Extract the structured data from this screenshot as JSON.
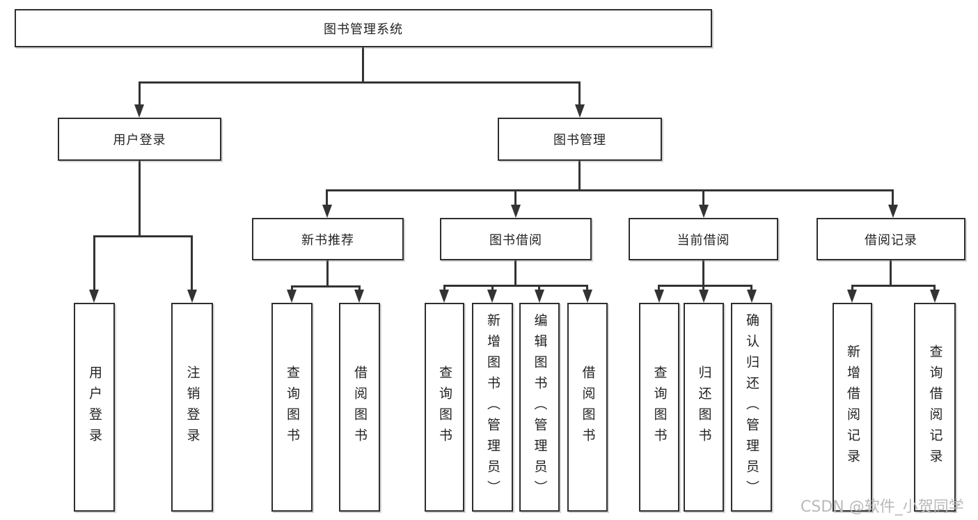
{
  "tree": {
    "label": "图书管理系统",
    "children": [
      {
        "label": "用户登录",
        "children": [
          {
            "label": "用户登录"
          },
          {
            "label": "注销登录"
          }
        ]
      },
      {
        "label": "图书管理",
        "children": [
          {
            "label": "新书推荐",
            "children": [
              {
                "label": "查询图书"
              },
              {
                "label": "借阅图书"
              }
            ]
          },
          {
            "label": "图书借阅",
            "children": [
              {
                "label": "查询图书"
              },
              {
                "label": "新增图书（管理员）"
              },
              {
                "label": "编辑图书（管理员）"
              },
              {
                "label": "借阅图书"
              }
            ]
          },
          {
            "label": "当前借阅",
            "children": [
              {
                "label": "查询图书"
              },
              {
                "label": "归还图书"
              },
              {
                "label": "确认归还（管理员）"
              }
            ]
          },
          {
            "label": "借阅记录",
            "children": [
              {
                "label": "新增借阅记录"
              },
              {
                "label": "查询借阅记录"
              }
            ]
          }
        ]
      }
    ]
  },
  "watermark": "CSDN @软件_小贺同学",
  "colors": {
    "line": "#333333",
    "box_border": "#2e2e2e",
    "text": "#232323",
    "background": "#ffffff",
    "watermark": "#b9b9b9"
  }
}
